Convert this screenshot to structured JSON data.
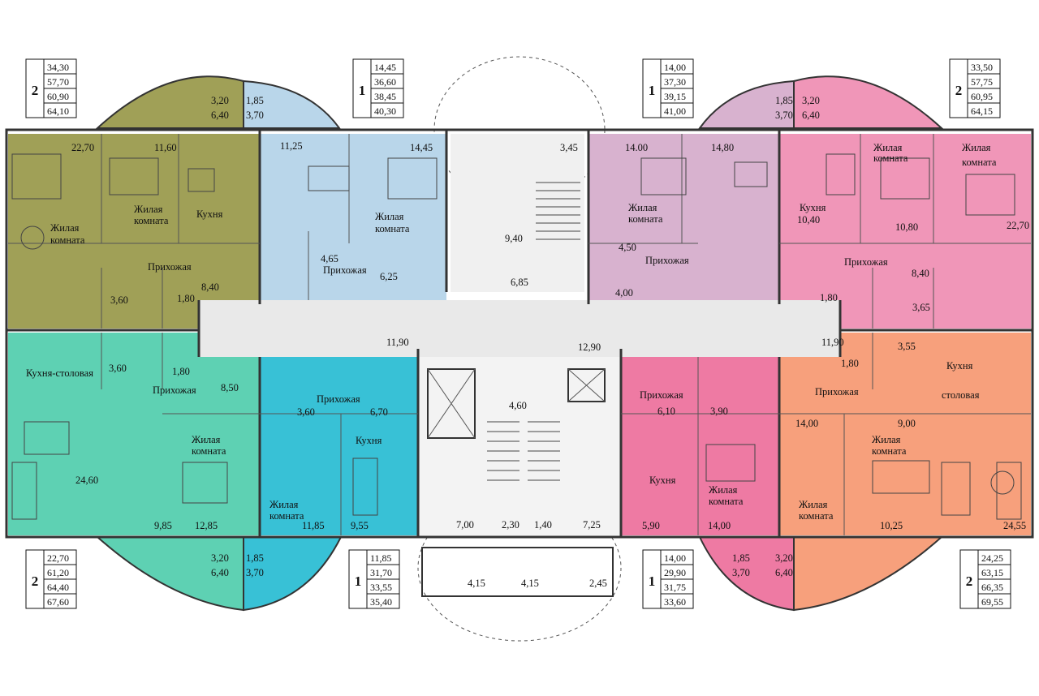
{
  "apartments": [
    {
      "id": "top-left",
      "rooms": "2",
      "areas": [
        "34,30",
        "57,70",
        "60,90",
        "64,10"
      ],
      "color": "#a0a057",
      "balcony": [
        "3,20",
        "6,40"
      ],
      "labels": [
        {
          "t": "22,70"
        },
        {
          "t": "11,60"
        },
        {
          "t": "Жилая"
        },
        {
          "t": "комната"
        },
        {
          "t": "Жилая"
        },
        {
          "t": "комната"
        },
        {
          "t": "Кухня"
        },
        {
          "t": "Прихожая"
        },
        {
          "t": "3,60"
        },
        {
          "t": "1,80"
        },
        {
          "t": "8,40"
        }
      ]
    },
    {
      "id": "top-center-left",
      "rooms": "1",
      "areas": [
        "14,45",
        "36,60",
        "38,45",
        "40,30"
      ],
      "color": "#b9d6ea",
      "balcony": [
        "1,85",
        "3,70"
      ],
      "labels": [
        {
          "t": "11,25"
        },
        {
          "t": "14,45"
        },
        {
          "t": "Жилая"
        },
        {
          "t": "комната"
        },
        {
          "t": "4,65"
        },
        {
          "t": "Прихожая"
        },
        {
          "t": "6,25"
        }
      ]
    },
    {
      "id": "top-center-right",
      "rooms": "1",
      "areas": [
        "14,00",
        "37,30",
        "39,15",
        "41,00"
      ],
      "color": "#d8b2cf",
      "balcony": [
        "1,85",
        "3,70"
      ],
      "labels": [
        {
          "t": "14.00"
        },
        {
          "t": "14,80"
        },
        {
          "t": "Жилая"
        },
        {
          "t": "комната"
        },
        {
          "t": "4,50"
        },
        {
          "t": "Прихожая"
        },
        {
          "t": "4,00"
        }
      ]
    },
    {
      "id": "top-right",
      "rooms": "2",
      "areas": [
        "33,50",
        "57,75",
        "60,95",
        "64,15"
      ],
      "color": "#f096b8",
      "balcony": [
        "3,20",
        "6,40"
      ],
      "labels": [
        {
          "t": "Жилая"
        },
        {
          "t": "комната"
        },
        {
          "t": "Жилая"
        },
        {
          "t": "комната"
        },
        {
          "t": "Кухня"
        },
        {
          "t": "10,40"
        },
        {
          "t": "10,80"
        },
        {
          "t": "22,70"
        },
        {
          "t": "Прихожая"
        },
        {
          "t": "8,40"
        },
        {
          "t": "1,80"
        },
        {
          "t": "3,65"
        }
      ]
    },
    {
      "id": "bottom-left",
      "rooms": "2",
      "areas": [
        "22,70",
        "61,20",
        "64,40",
        "67,60"
      ],
      "color": "#5ed1b3",
      "balcony": [
        "3,20",
        "6,40"
      ],
      "labels": [
        {
          "t": "Кухня-столовая"
        },
        {
          "t": "3,60"
        },
        {
          "t": "1,80"
        },
        {
          "t": "Прихожая"
        },
        {
          "t": "8,50"
        },
        {
          "t": "Жилая"
        },
        {
          "t": "комната"
        },
        {
          "t": "24,60"
        },
        {
          "t": "9,85"
        },
        {
          "t": "12,85"
        }
      ]
    },
    {
      "id": "bottom-center-left",
      "rooms": "1",
      "areas": [
        "11,85",
        "31,70",
        "33,55",
        "35,40"
      ],
      "color": "#38c1d6",
      "balcony": [
        "1,85",
        "3,70"
      ],
      "labels": [
        {
          "t": "Прихожая"
        },
        {
          "t": "3,60"
        },
        {
          "t": "6,70"
        },
        {
          "t": "Кухня"
        },
        {
          "t": "Жилая"
        },
        {
          "t": "комната"
        },
        {
          "t": "11,85"
        },
        {
          "t": "9,55"
        }
      ]
    },
    {
      "id": "bottom-center-right",
      "rooms": "1",
      "areas": [
        "14,00",
        "29,90",
        "31,75",
        "33,60"
      ],
      "color": "#ee7aa3",
      "balcony": [
        "1,85",
        "3,70"
      ],
      "labels": [
        {
          "t": "Прихожая"
        },
        {
          "t": "6,10"
        },
        {
          "t": "3,90"
        },
        {
          "t": "Кухня"
        },
        {
          "t": "Жилая"
        },
        {
          "t": "комната"
        },
        {
          "t": "5,90"
        },
        {
          "t": "14,00"
        }
      ]
    },
    {
      "id": "bottom-right",
      "rooms": "2",
      "areas": [
        "24,25",
        "63,15",
        "66,35",
        "69,55"
      ],
      "color": "#f7a07c",
      "balcony": [
        "3,20",
        "6,40"
      ],
      "labels": [
        {
          "t": "1,80"
        },
        {
          "t": "3,55"
        },
        {
          "t": "Прихожая"
        },
        {
          "t": "Кухня"
        },
        {
          "t": "столовая"
        },
        {
          "t": "14,00"
        },
        {
          "t": "9,00"
        },
        {
          "t": "Жилая"
        },
        {
          "t": "комната"
        },
        {
          "t": "Жилая"
        },
        {
          "t": "комната"
        },
        {
          "t": "10,25"
        },
        {
          "t": "24,55"
        }
      ]
    }
  ],
  "common": {
    "stair_top": "3,45",
    "stair_mid": "9,40",
    "landing": "6,85",
    "hall_left": "11,90",
    "hall_center": "12,90",
    "hall_right": "11,90",
    "lift_lobby": "4,60",
    "entry": [
      "7,00",
      "2,30",
      "1,40",
      "7,25"
    ],
    "porch": [
      "4,15",
      "4,15",
      "2,45"
    ]
  }
}
